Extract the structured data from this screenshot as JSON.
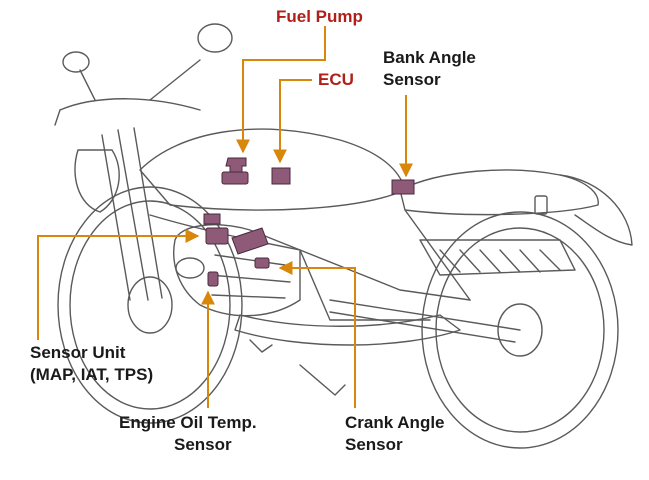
{
  "labels": {
    "fuel_pump": "Fuel Pump",
    "ecu": "ECU",
    "bank_angle_line1": "Bank Angle",
    "bank_angle_line2": "Sensor",
    "sensor_unit_line1": "Sensor Unit",
    "sensor_unit_line2": "(MAP, IAT, TPS)",
    "engine_oil_line1": "Engine Oil Temp.",
    "engine_oil_line2": "Sensor",
    "crank_angle_line1": "Crank Angle",
    "crank_angle_line2": "Sensor"
  },
  "colors": {
    "highlight_label": "#b0201b",
    "label_text": "#1a1a1a",
    "leader_line": "#d9870a",
    "component_fill": "#8e5a78",
    "line_art": "#5a5a5a"
  }
}
